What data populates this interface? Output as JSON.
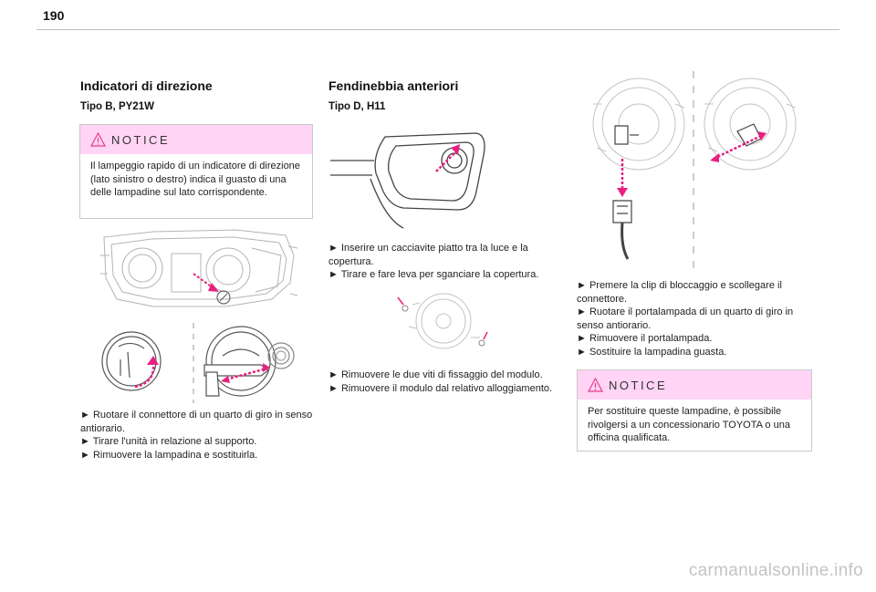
{
  "page_number": "190",
  "col1": {
    "heading": "Indicatori di direzione",
    "subheading": "Tipo B, PY21W",
    "notice": {
      "title": "NOTICE",
      "text": "Il lampeggio rapido di un indicatore di direzione (lato sinistro o destro) indica il guasto di una delle lampadine sul lato corrispondente."
    },
    "steps": [
      "► Ruotare il connettore di un quarto di giro in senso antiorario.",
      "► Tirare l'unità in relazione al supporto.",
      "► Rimuovere la lampadina e sostituirla."
    ]
  },
  "col2": {
    "heading": "Fendinebbia anteriori",
    "subheading": "Tipo D, H11",
    "steps_a": [
      "► Inserire un cacciavite piatto tra la luce e la copertura.",
      "► Tirare e fare leva per sganciare la copertura."
    ],
    "steps_b": [
      "► Rimuovere le due viti di fissaggio del modulo.",
      "► Rimuovere il modulo dal relativo alloggiamento."
    ]
  },
  "col3": {
    "steps": [
      "► Premere la clip di bloccaggio e scollegare il connettore.",
      "► Ruotare il portalampada di un quarto di giro in senso antiorario.",
      "► Rimuovere il portalampada.",
      "► Sostituire la lampadina guasta."
    ],
    "notice": {
      "title": "NOTICE",
      "text": "Per sostituire queste lampadine, è possibile rivolgersi a un concessionario TOYOTA o una officina qualificata."
    }
  },
  "watermark": "carmanualsonline.info",
  "colors": {
    "notice_header": "#ffd4f4",
    "accent_magenta": "#e8207f",
    "warning_icon": "#e63c8c"
  }
}
